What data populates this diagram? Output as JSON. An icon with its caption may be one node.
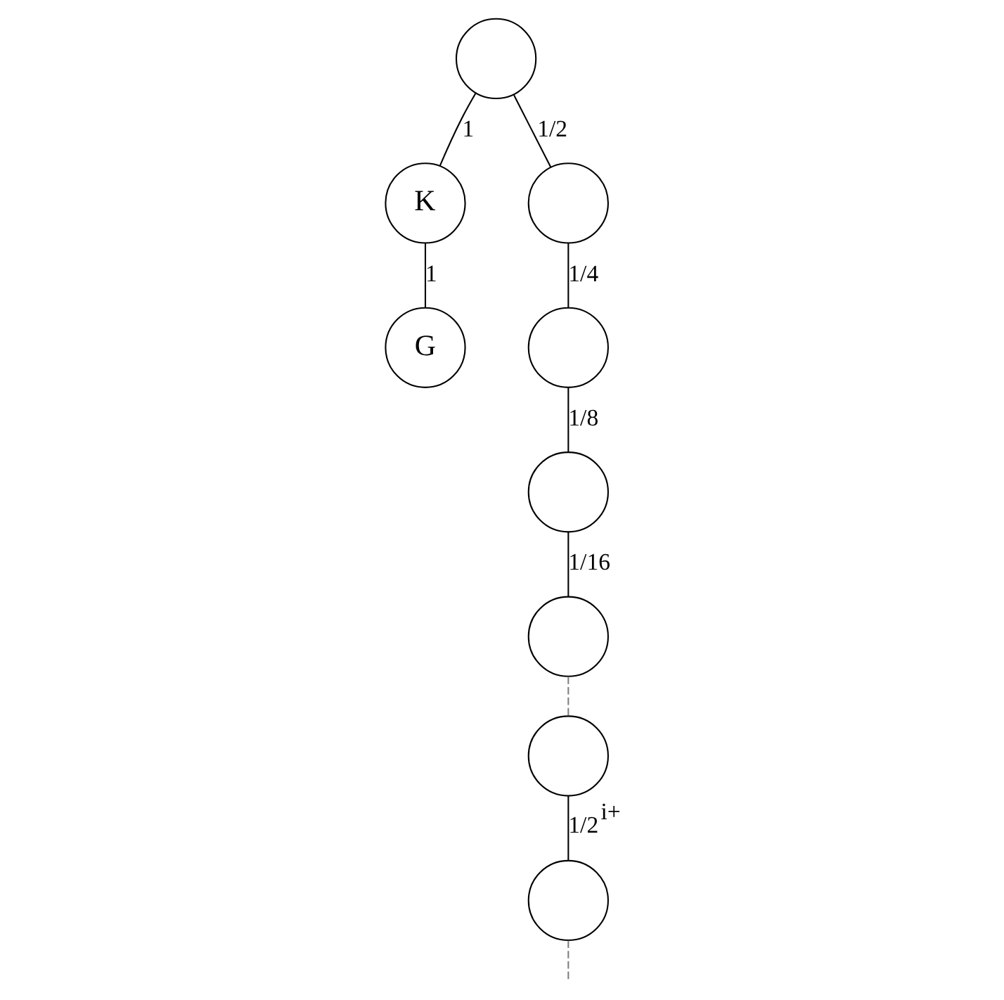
{
  "diagram": {
    "nodes": [
      {
        "text": [],
        "shape": "circle"
      },
      {
        "text": [
          "K"
        ]
      },
      {
        "text": [
          "G"
        ]
      },
      {
        "text": [],
        "shape": "circle"
      },
      {
        "text": [],
        "shape": "circle"
      },
      {
        "text": [],
        "shape": "circle"
      },
      {
        "text": [],
        "shape": "circle"
      },
      {
        "text": [],
        "shape": "circle"
      },
      {
        "text": [],
        "shape": "circle"
      }
    ],
    "edges": [
      {
        "from": 0,
        "to": 1,
        "arrow": "none",
        "label": "1"
      },
      {
        "from": 1,
        "to": 2,
        "arrow": "none",
        "label": "1"
      },
      {
        "from": 0,
        "to": 3,
        "arrow": "none",
        "label": "1/2"
      },
      {
        "from": 3,
        "to": 4,
        "arrow": "none",
        "label": "1/4"
      },
      {
        "from": 4,
        "to": 5,
        "arrow": "none",
        "label": "1/8"
      },
      {
        "from": 5,
        "to": 6,
        "arrow": "none",
        "label": "1/16"
      },
      {
        "from": 6,
        "to": 7,
        "arrow": "none",
        "style": "dashed",
        "color": "#808080"
      },
      {
        "from": 7,
        "to": 8,
        "arrow": "none",
        "label": "1/2$^{i+}$"
      },
      {
        "from": 8,
        "to": null,
        "arrow": "none",
        "style": "dashed",
        "color": "#808080"
      }
    ]
  }
}
